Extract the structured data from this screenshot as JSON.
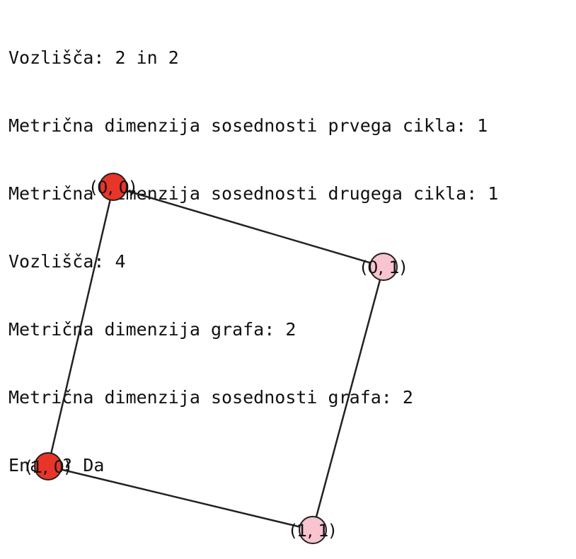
{
  "output": {
    "lines": [
      "Vozlišča: 2 in 2",
      "Metrična dimenzija sosednosti prvega cikla: 1",
      "Metrična dimenzija sosednosti drugega cikla: 1",
      "Vozlišča: 4",
      "Metrična dimenzija grafa: 2",
      "Metrična dimenzija sosednosti grafa: 2",
      "Enaki? Da"
    ]
  },
  "graph": {
    "vertices": [
      {
        "id": "v00",
        "label": "(0, 0)",
        "color": "#e8352a"
      },
      {
        "id": "v01",
        "label": "(0, 1)",
        "color": "#f7c4cf"
      },
      {
        "id": "v10",
        "label": "(1, 0)",
        "color": "#e8352a"
      },
      {
        "id": "v11",
        "label": "(1, 1)",
        "color": "#f7c4cf"
      }
    ],
    "edges": [
      [
        "v00",
        "v01"
      ],
      [
        "v00",
        "v10"
      ],
      [
        "v01",
        "v11"
      ],
      [
        "v10",
        "v11"
      ]
    ],
    "colors": {
      "edge": "#222222",
      "vertex_border": "#222222"
    }
  }
}
